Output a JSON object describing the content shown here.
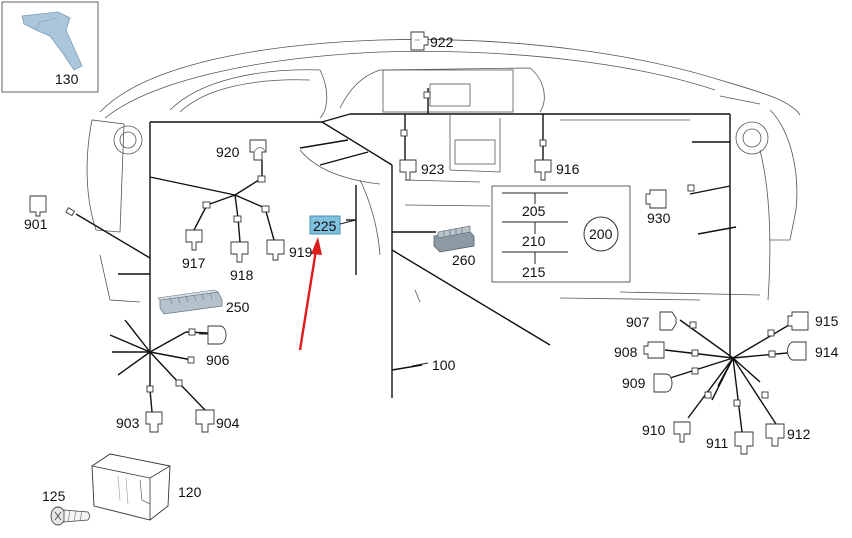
{
  "diagram": {
    "callouts": {
      "p130": "130",
      "p922": "922",
      "p920": "920",
      "p923": "923",
      "p916": "916",
      "p901": "901",
      "p917": "917",
      "p918": "918",
      "p919": "919",
      "p225": "225",
      "p205": "205",
      "p210": "210",
      "p215": "215",
      "p200": "200",
      "p930": "930",
      "p260": "260",
      "p250": "250",
      "p906": "906",
      "p100": "100",
      "p903": "903",
      "p904": "904",
      "p907": "907",
      "p908": "908",
      "p909": "909",
      "p910": "910",
      "p911": "911",
      "p912": "912",
      "p914": "914",
      "p915": "915",
      "p125": "125",
      "p120": "120"
    },
    "highlight_color": "#7fc0df",
    "arrow_color": "#e01b1b"
  }
}
